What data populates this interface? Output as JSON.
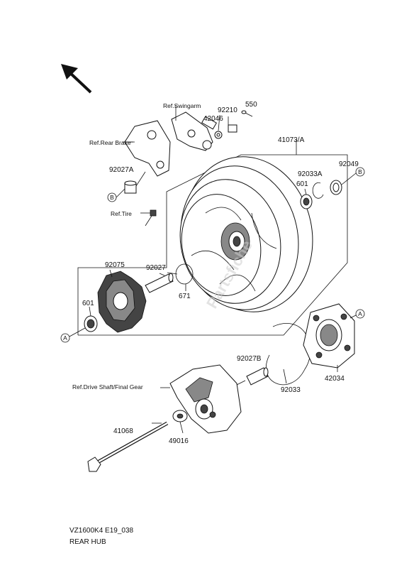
{
  "labels": {
    "ref_swingarm": "Ref.Swingarm",
    "ref_rear_brake": "Ref.Rear Brake",
    "ref_tire": "Ref.Tire",
    "ref_drive_shaft": "Ref.Drive Shaft/Final Gear",
    "p41073": "41073/A",
    "p550": "550",
    "p92210": "92210",
    "p42046": "42046",
    "p92027A": "92027A",
    "p92049": "92049",
    "p92033A": "92033A",
    "p601_right": "601",
    "p92075": "92075",
    "p92027": "92027",
    "p671": "671",
    "p601_left": "601",
    "p92027B": "92027B",
    "p92033": "92033",
    "p42034": "42034",
    "p41068": "41068",
    "p49016": "49016",
    "marker_a": "A",
    "marker_b": "B"
  },
  "watermark": "Partsfiche",
  "footer": {
    "code": "VZ1600K4 E19_038",
    "title": "REAR HUB"
  }
}
